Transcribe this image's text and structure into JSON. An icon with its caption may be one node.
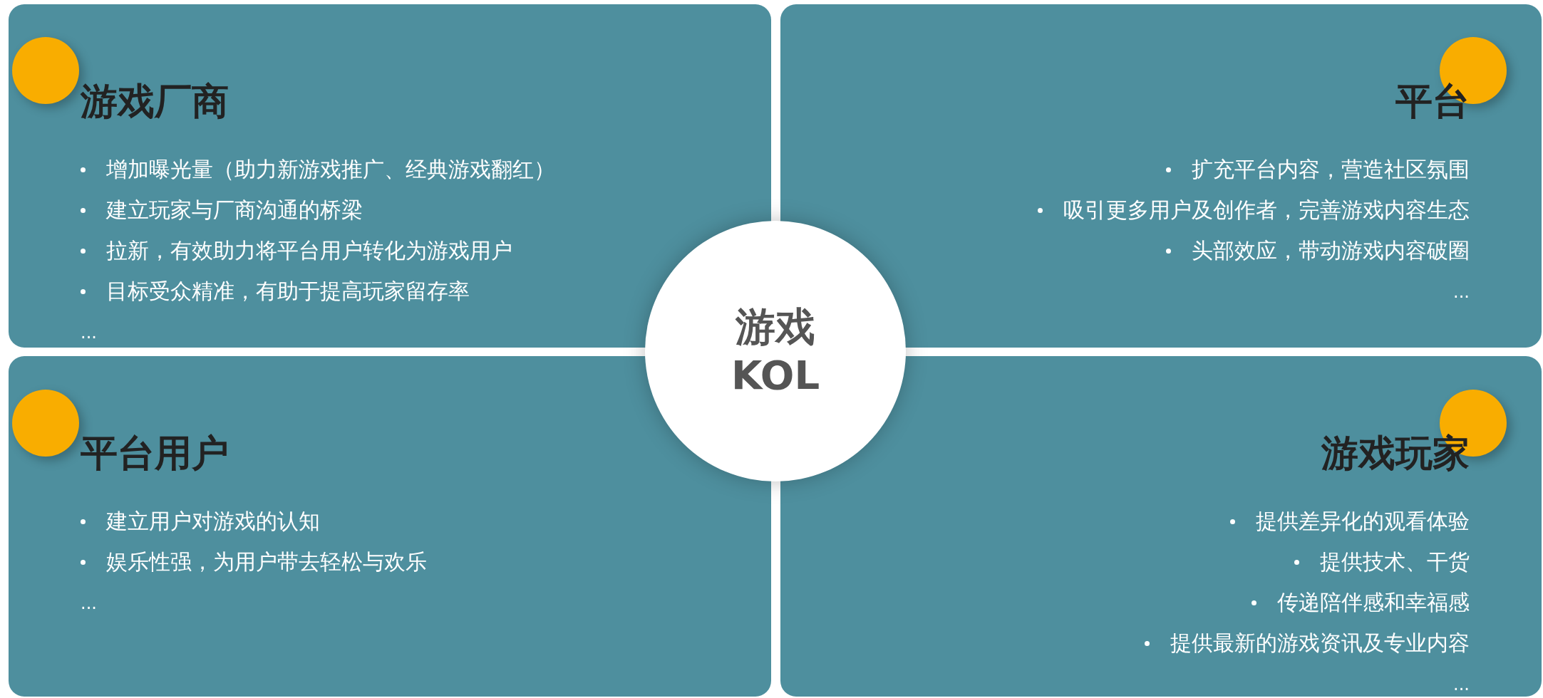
{
  "diagram": {
    "nodes": [
      {
        "text": [
          "游戏厂商",
          "增加曝光量（助力新游戏推广、经典游戏翻红）",
          "建立玩家与厂商沟通的桥梁",
          "拉新，有效助力将平台用户转化为游戏用户",
          "目标受众精准，有助于提高玩家留存率",
          "..."
        ]
      },
      {
        "text": [
          "平台",
          "扩充平台内容，营造社区氛围",
          "吸引更多用户及创作者，完善游戏内容生态",
          "头部效应，带动游戏内容破圈",
          "..."
        ]
      },
      {
        "text": [
          "平台用户",
          "建立用户对游戏的认知",
          "娱乐性强，为用户带去轻松与欢乐",
          "..."
        ]
      },
      {
        "text": [
          "游戏玩家",
          "提供差异化的观看体验",
          "提供技术、干货",
          "传递陪伴感和幸福感",
          "提供最新的游戏资讯及专业内容",
          "..."
        ]
      },
      {
        "text": [
          "游戏 KOL"
        ]
      }
    ],
    "edges": []
  }
}
